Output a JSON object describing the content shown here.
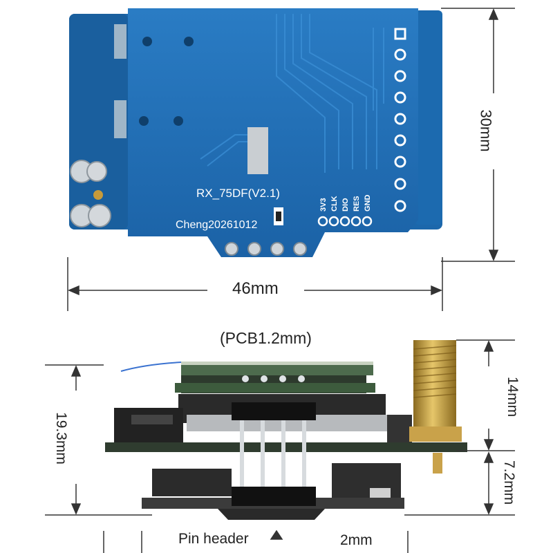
{
  "top_view": {
    "board_label": "RX_75DF(V2.1)",
    "board_signature": "Cheng20261012",
    "pins": [
      "3V3",
      "CLK",
      "DIO",
      "RES",
      "GND"
    ],
    "width_dimension": "46mm",
    "height_dimension": "30mm",
    "colors": {
      "pcb": "#1f6fb4",
      "pcb_dark": "#17588f",
      "silkscreen": "#ffffff",
      "gold": "#c9a24a"
    }
  },
  "side_view": {
    "pcb_thickness_note": "(PCB1.2mm)",
    "total_height_dimension": "19.3mm",
    "upper_height_dimension": "14mm",
    "lower_height_dimension": "7.2mm",
    "pin_header_label": "Pin header",
    "pin_pitch_dimension": "2mm"
  }
}
